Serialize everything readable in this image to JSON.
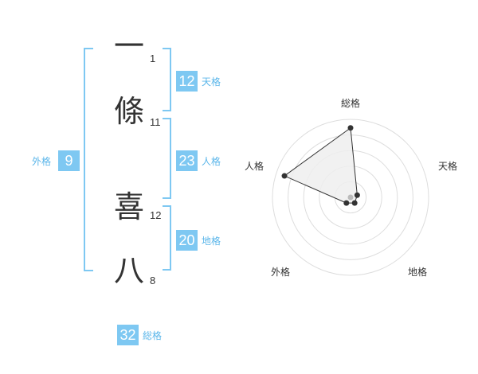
{
  "name": {
    "characters": [
      {
        "char": "一",
        "strokes": "1"
      },
      {
        "char": "條",
        "strokes": "11"
      },
      {
        "char": "喜",
        "strokes": "12"
      },
      {
        "char": "八",
        "strokes": "8"
      }
    ]
  },
  "fortunes": {
    "tenkaku": {
      "label": "天格",
      "value": "12"
    },
    "jinkaku": {
      "label": "人格",
      "value": "23"
    },
    "chikaku": {
      "label": "地格",
      "value": "20"
    },
    "gaikaku": {
      "label": "外格",
      "value": "9"
    },
    "soukaku": {
      "label": "総格",
      "value": "32"
    }
  },
  "colors": {
    "bracket": "#7ec8f2",
    "badge": "#7ec8f2",
    "label": "#5bb6ea",
    "radar_fill": "#efefef",
    "radar_line": "#333333"
  },
  "chart_data": {
    "type": "radar",
    "axes": [
      "総格",
      "天格",
      "地格",
      "外格",
      "人格"
    ],
    "max": 5,
    "values": [
      5,
      1,
      1,
      1,
      5
    ]
  }
}
